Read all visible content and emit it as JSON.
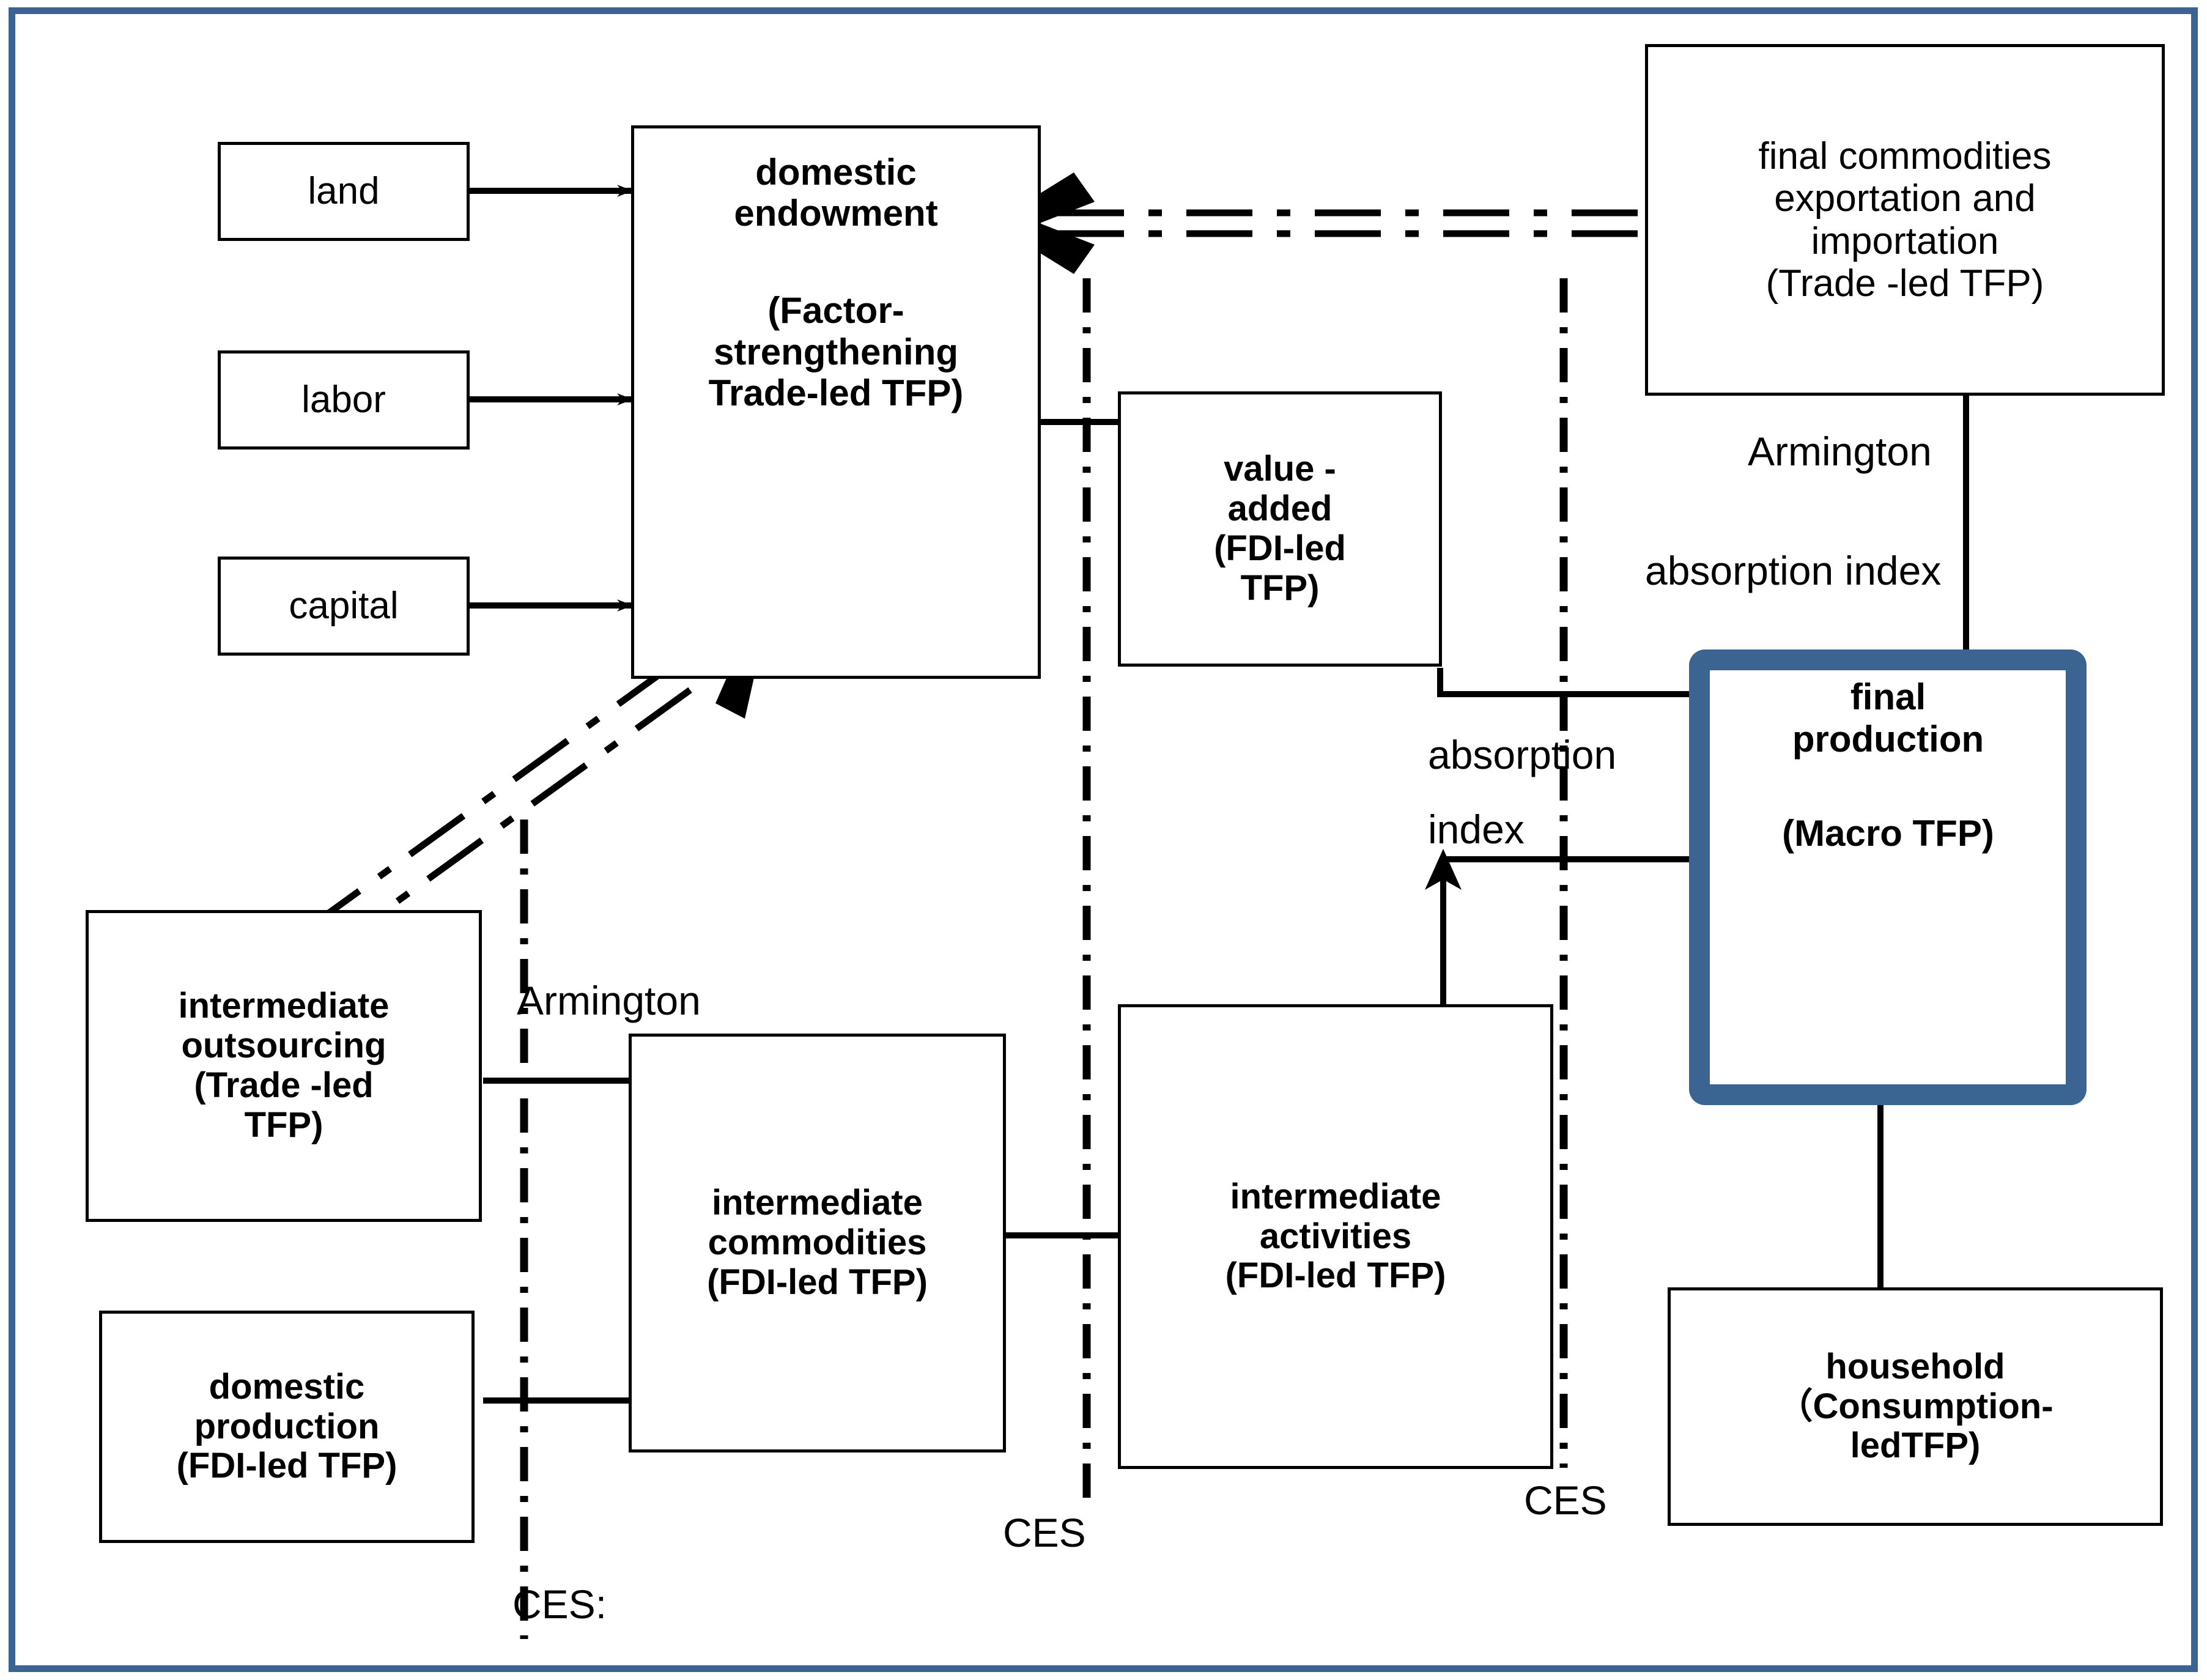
{
  "figure": {
    "title": "CGE TFP transmission diagram",
    "border_color": "#3c6493",
    "highlight_color": "#3c6493"
  },
  "boxes": {
    "land": {
      "label": "land"
    },
    "labor": {
      "label": "labor"
    },
    "capital": {
      "label": "capital"
    },
    "domestic_endowment": {
      "line1": "domestic",
      "line2": "endowment",
      "line3": "(Factor-",
      "line4": "strengthening",
      "line5": "Trade-led TFP)"
    },
    "value_added": {
      "line1": "value -",
      "line2": "added",
      "line3": "(FDI-led",
      "line4": "TFP)"
    },
    "final_commodities": {
      "line1": "final commodities",
      "line2": "exportation and",
      "line3": "importation",
      "line4": "(Trade -led TFP)"
    },
    "final_production": {
      "line1": "final",
      "line2": "production",
      "line3": "(Macro TFP)"
    },
    "intermediate_outsourcing": {
      "line1": "intermediate",
      "line2": "outsourcing",
      "line3": "(Trade -led",
      "line4": "TFP)"
    },
    "domestic_production": {
      "line1": "domestic",
      "line2": "production",
      "line3": "(FDI-led TFP)"
    },
    "intermediate_commodities": {
      "line1": "intermediate",
      "line2": "commodities",
      "line3": "(FDI-led TFP)"
    },
    "intermediate_activities": {
      "line1": "intermediate",
      "line2": "activities",
      "line3": "(FDI-led TFP)"
    },
    "household": {
      "line1": "household",
      "line2": "（Consumption-",
      "line3": "ledTFP)"
    }
  },
  "labels": {
    "armington_top_right": "Armington",
    "absorption_index_top_right": "absorption  index",
    "armington_left": "Armington",
    "absorption_left": "absorption",
    "index_left": "index",
    "ces_left": "CES:",
    "ces_middle": "CES",
    "ces_right": "CES"
  }
}
